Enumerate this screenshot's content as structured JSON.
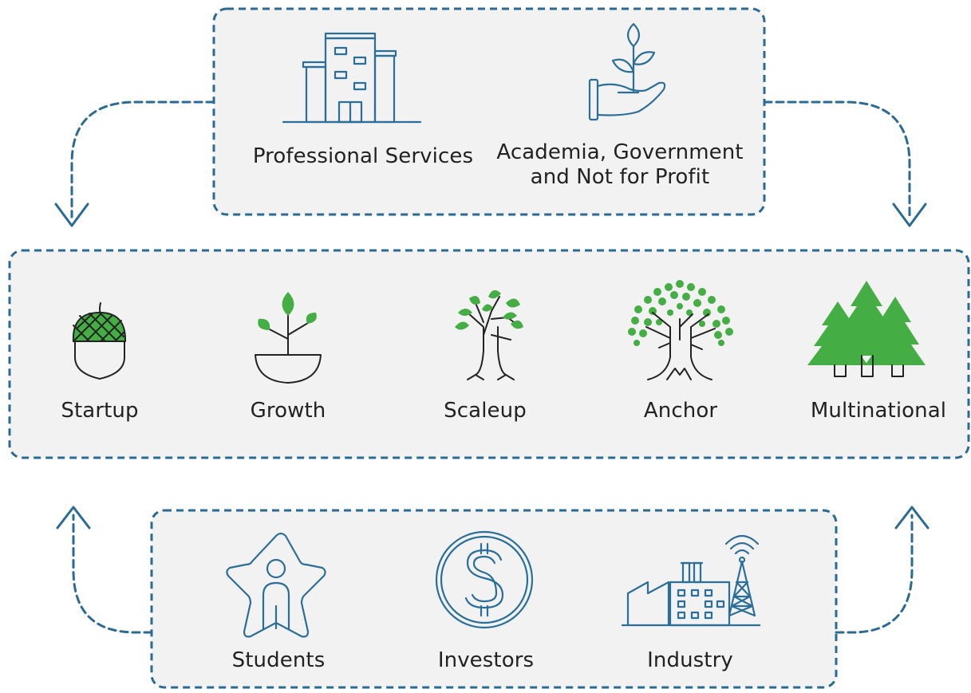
{
  "top_group": {
    "items": [
      {
        "label": "Professional Services",
        "icon": "office-building-icon"
      },
      {
        "label_line1": "Academia, Government",
        "label_line2": "and Not for Profit",
        "icon": "hand-holding-plant-icon"
      }
    ]
  },
  "middle_group": {
    "stages": [
      {
        "label": "Startup",
        "icon": "acorn-icon"
      },
      {
        "label": "Growth",
        "icon": "sprout-icon"
      },
      {
        "label": "Scaleup",
        "icon": "young-tree-icon"
      },
      {
        "label": "Anchor",
        "icon": "large-tree-icon"
      },
      {
        "label": "Multinational",
        "icon": "forest-icon"
      }
    ]
  },
  "bottom_group": {
    "items": [
      {
        "label": "Students",
        "icon": "student-star-icon"
      },
      {
        "label": "Investors",
        "icon": "dollar-coin-icon"
      },
      {
        "label": "Industry",
        "icon": "factory-tower-icon"
      }
    ]
  },
  "colors": {
    "dashed_outline": "#2a6a93",
    "icon_line_blue": "#2b6f99",
    "leaf_green": "#44ad44",
    "panel_fill": "#f2f2f2",
    "text": "#222222"
  }
}
